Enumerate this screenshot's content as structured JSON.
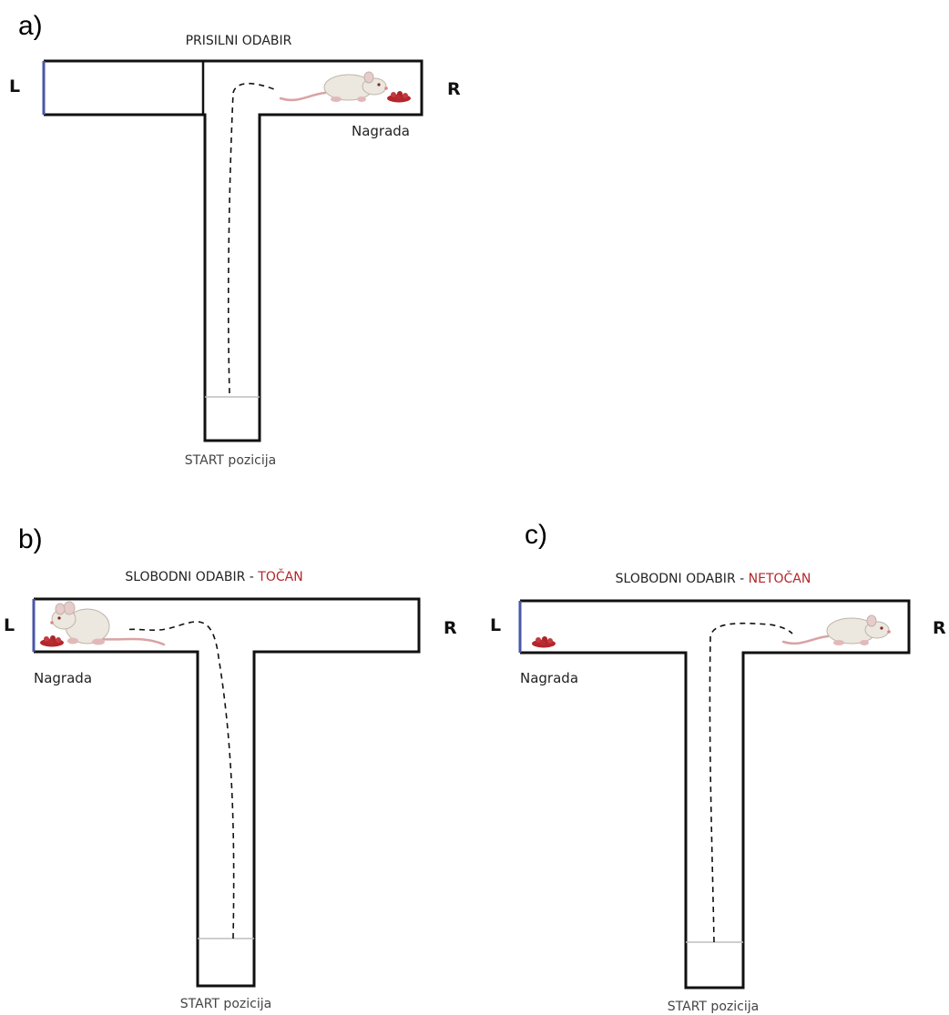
{
  "panels": [
    {
      "id": "a",
      "label": "a)",
      "title": "PRISILNI ODABIR",
      "title_suffix": "",
      "left_label": "L",
      "right_label": "R",
      "reward_label": "Nagrada",
      "start_label": "START pozicija",
      "reward_side": "right",
      "rat_position": "right-arm"
    },
    {
      "id": "b",
      "label": "b)",
      "title": "SLOBODNI ODABIR - ",
      "title_suffix": "TOČAN",
      "left_label": "L",
      "right_label": "R",
      "reward_label": "Nagrada",
      "start_label": "START pozicija",
      "reward_side": "left",
      "rat_position": "left-arm"
    },
    {
      "id": "c",
      "label": "c)",
      "title": "SLOBODNI ODABIR - ",
      "title_suffix": "NETOČAN",
      "left_label": "L",
      "right_label": "R",
      "reward_label": "Nagrada",
      "start_label": "START pozicija",
      "reward_side": "left",
      "rat_position": "right-arm"
    }
  ],
  "colors": {
    "wall": "#111111",
    "door": "#4a57a8",
    "accent_red": "#b3262b",
    "reward_pellets": "#b3262b",
    "rat_body": "#ece7df",
    "rat_tail": "#d9a3a3"
  }
}
